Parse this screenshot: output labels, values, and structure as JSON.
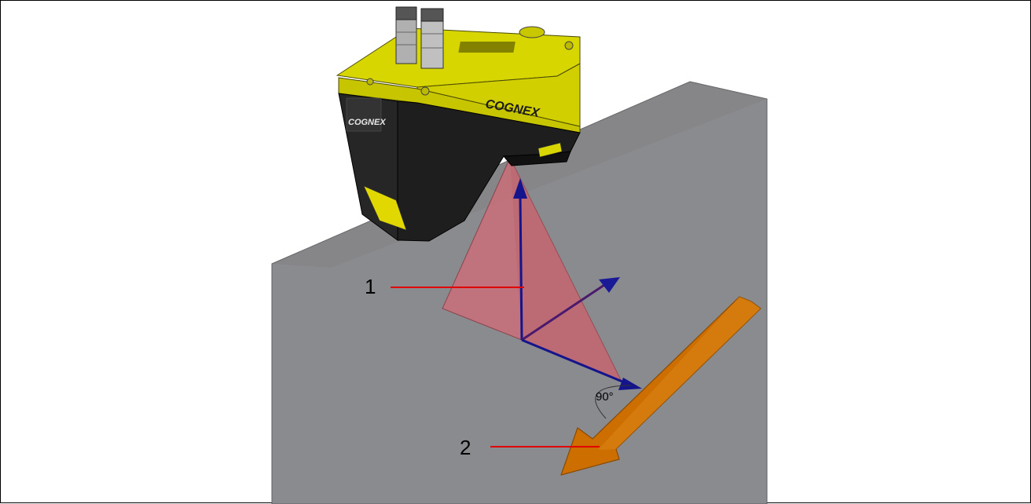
{
  "diagram": {
    "brand_side": "COGNEX",
    "brand_front": "COGNEX",
    "angle_label": "90°",
    "callouts": [
      {
        "label": "1"
      },
      {
        "label": "2"
      }
    ]
  },
  "colors": {
    "sensor_yellow": "#d7d600",
    "sensor_black": "#1e1e1e",
    "surface_gray": "#8a8b8e",
    "laser_plane": "#c8707a",
    "axis_blue": "#14148c",
    "travel_arrow": "#cc6f00",
    "callout_line": "#e00000"
  }
}
